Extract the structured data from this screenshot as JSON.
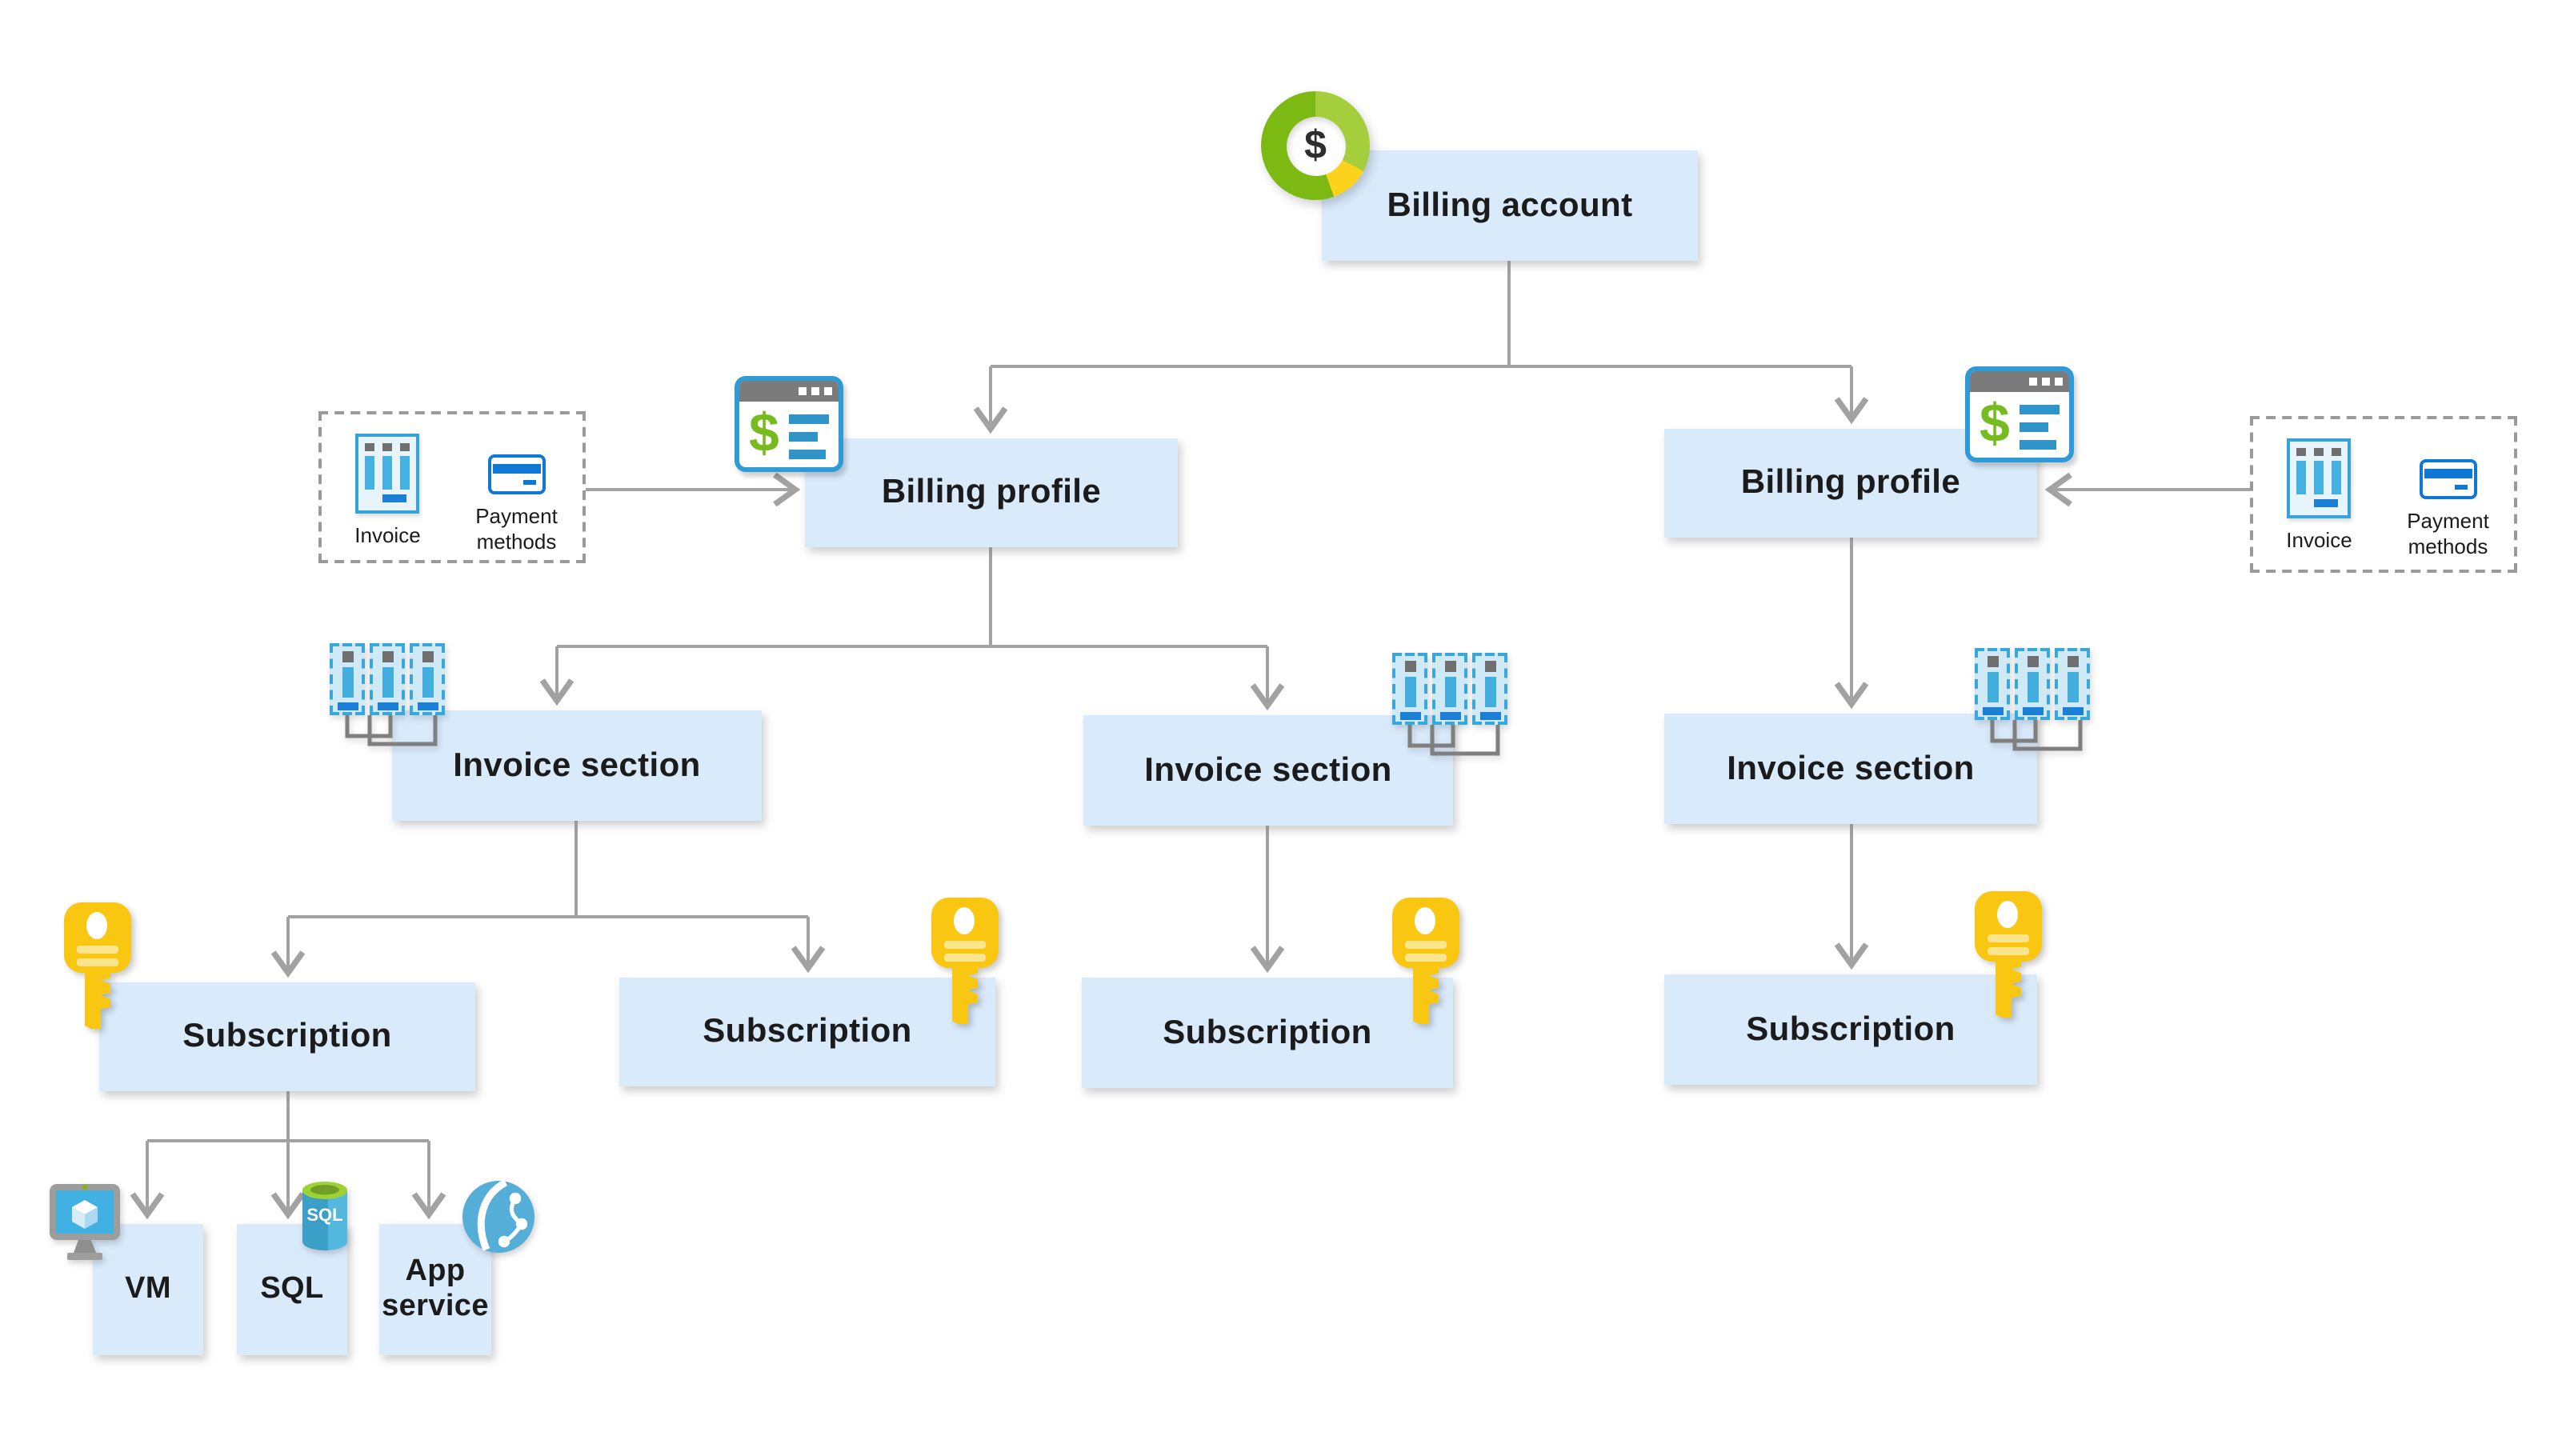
{
  "diagram": {
    "nodes": {
      "billing_account": {
        "label": "Billing account"
      },
      "billing_profiles": [
        {
          "label": "Billing profile"
        },
        {
          "label": "Billing profile"
        }
      ],
      "invoice_sections": [
        {
          "label": "Invoice section"
        },
        {
          "label": "Invoice section"
        },
        {
          "label": "Invoice section"
        }
      ],
      "subscriptions": [
        {
          "label": "Subscription"
        },
        {
          "label": "Subscription"
        },
        {
          "label": "Subscription"
        },
        {
          "label": "Subscription"
        }
      ],
      "resources": [
        {
          "label": "VM"
        },
        {
          "label": "SQL"
        },
        {
          "label": "App service"
        }
      ]
    },
    "side_groups": [
      {
        "items": [
          {
            "label": "Invoice"
          },
          {
            "label": "Payment methods"
          }
        ]
      },
      {
        "items": [
          {
            "label": "Invoice"
          },
          {
            "label": "Payment methods"
          }
        ]
      }
    ],
    "icon_text": {
      "dollar": "$",
      "sql_badge": "SQL"
    },
    "colors": {
      "node_fill": "#d9eafb",
      "connector_gray": "#a2a2a2",
      "azure_blue": "#2e9bd6",
      "icon_green": "#7cb912",
      "icon_light_green": "#a4ce3c",
      "icon_yellow": "#fcd21d",
      "key_yellow": "#f9c712",
      "card_blue": "#0f78d4",
      "slip_bar_blue": "#41aede",
      "slip_foot_blue": "#1b7fd6"
    }
  }
}
